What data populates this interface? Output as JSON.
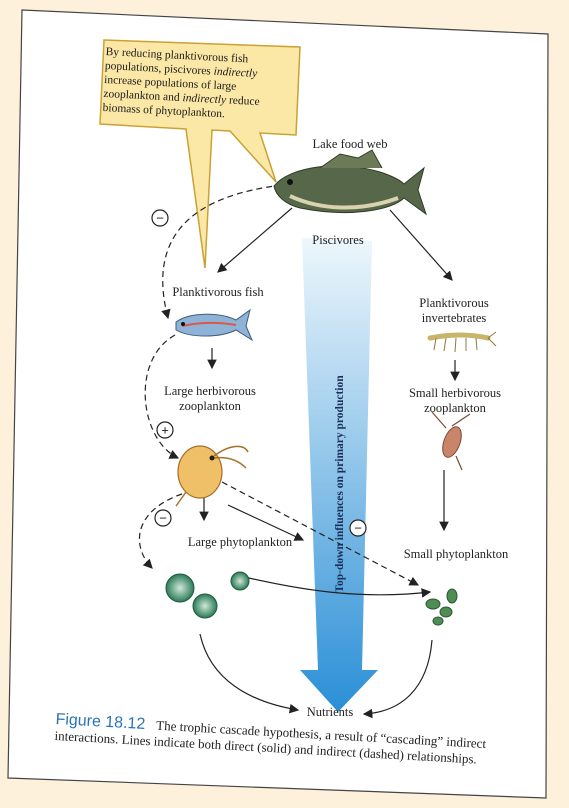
{
  "callout": {
    "line1": "By reducing planktivorous fish",
    "line2a": "populations, piscivores ",
    "line2b": "indirectly",
    "line3": "increase populations of large",
    "line4a": "zooplankton and ",
    "line4b": "indirectly",
    "line4c": " reduce",
    "line5": "biomass of phytoplankton."
  },
  "labels": {
    "lake_food_web": "Lake food web",
    "piscivores": "Piscivores",
    "planktivorous_fish": "Planktivorous fish",
    "planktivorous_invertebrates": "Planktivorous\ninvertebrates",
    "large_herbivorous_zooplankton": "Large herbivorous\nzooplankton",
    "small_herbivorous_zooplankton": "Small herbivorous\nzooplankton",
    "large_phytoplankton": "Large phytoplankton",
    "small_phytoplankton": "Small phytoplankton",
    "nutrients": "Nutrients",
    "top_down": "Top-down influences on primary production"
  },
  "signs": {
    "minus": "−",
    "plus": "+"
  },
  "caption": {
    "figure": "Figure 18.12",
    "text": "The trophic cascade hypothesis, a result of “cascading” indirect interactions. Lines indicate both direct (solid) and indirect (dashed) relationships."
  },
  "colors": {
    "callout_fill": "#fbe7a6",
    "callout_border": "#c9a233",
    "arrow_top": "#e8f4fb",
    "arrow_bottom": "#2a8fd6",
    "figure_number": "#2a74b5"
  }
}
